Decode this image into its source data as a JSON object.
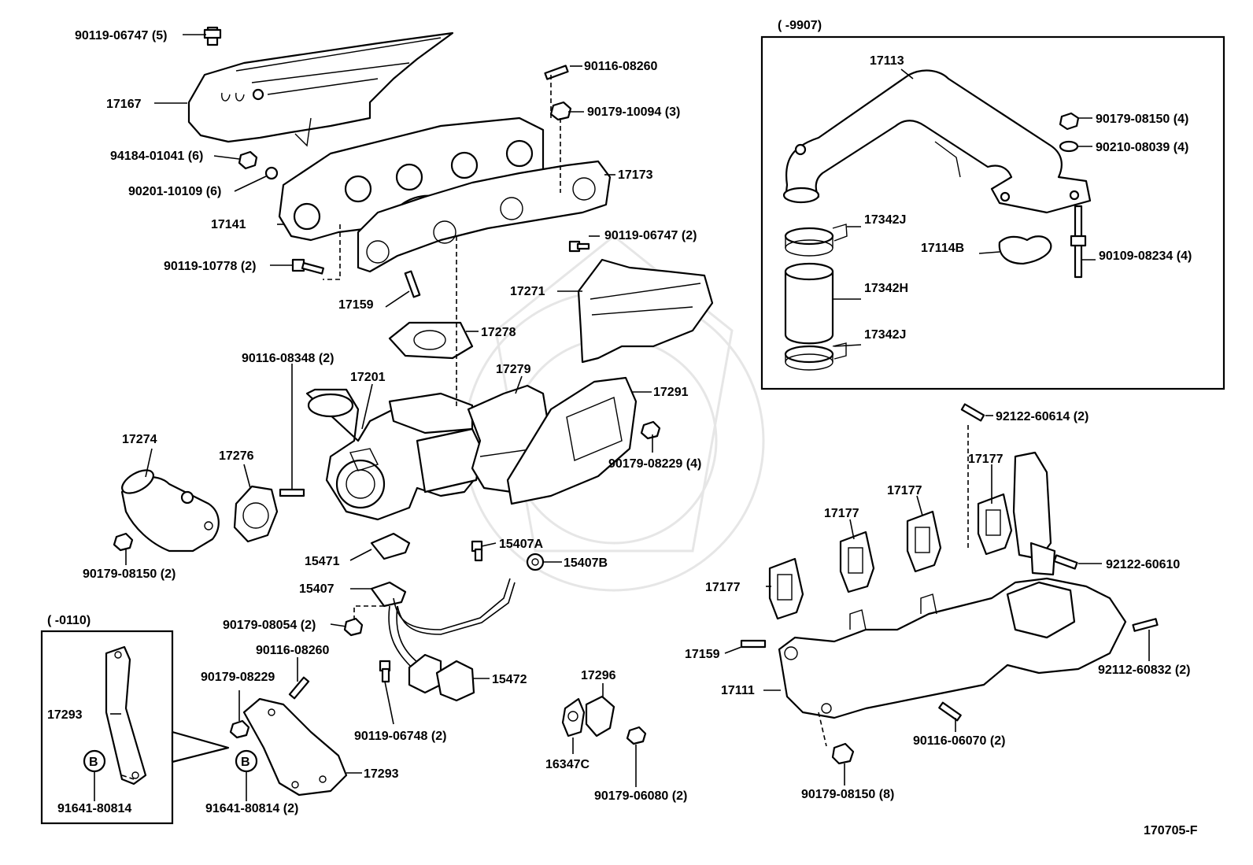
{
  "diagram_code": "170705-F",
  "boxes": {
    "intake_box_header": "(      -9907)",
    "bracket_box_header": "(      -0110)"
  },
  "labels": {
    "p90119_06747_5": "90119-06747 (5)",
    "p17167": "17167",
    "p94184_01041": "94184-01041 (6)",
    "p90201_10109": "90201-10109 (6)",
    "p17141": "17141",
    "p90119_10778": "90119-10778 (2)",
    "p17159_top": "17159",
    "p90116_08260_top": "90116-08260",
    "p90179_10094": "90179-10094 (3)",
    "p17173": "17173",
    "p90119_06747_2": "90119-06747 (2)",
    "p17271": "17271",
    "p17278": "17278",
    "p90116_08348": "90116-08348 (2)",
    "p17201": "17201",
    "p17279": "17279",
    "p17291": "17291",
    "p90179_08229_4": "90179-08229 (4)",
    "p17274": "17274",
    "p17276": "17276",
    "p90179_08150_2": "90179-08150 (2)",
    "p15407A": "15407A",
    "p15407B": "15407B",
    "p15471": "15471",
    "p15407": "15407",
    "p90179_08054": "90179-08054 (2)",
    "p90116_08260_bot": "90116-08260",
    "p90179_08229": "90179-08229",
    "p17293_box": "17293",
    "p91641_80814": "91641-80814",
    "p91641_80814_2": "91641-80814 (2)",
    "p17293": "17293",
    "p15472": "15472",
    "p90119_06748": "90119-06748 (2)",
    "p17296": "17296",
    "p16347C": "16347C",
    "p90179_06080": "90179-06080 (2)",
    "p17113": "17113",
    "p90179_08150_4": "90179-08150 (4)",
    "p90210_08039": "90210-08039 (4)",
    "p17342J_top": "17342J",
    "p17114B": "17114B",
    "p90109_08234": "90109-08234 (4)",
    "p17342H": "17342H",
    "p17342J_bot": "17342J",
    "p92122_60614": "92122-60614 (2)",
    "p17177_a": "17177",
    "p17177_b": "17177",
    "p17177_c": "17177",
    "p17177_d": "17177",
    "p92122_60610": "92122-60610",
    "p17159_bot": "17159",
    "p17111": "17111",
    "p92112_60832": "92112-60832 (2)",
    "p90116_06070": "90116-06070 (2)",
    "p90179_08150_8": "90179-08150 (8)",
    "ref_b": "B",
    "ref_b2": "B"
  },
  "icons": [
    "bolt-icon",
    "nut-icon",
    "washer-icon",
    "gasket-icon",
    "reference-circle-icon"
  ]
}
